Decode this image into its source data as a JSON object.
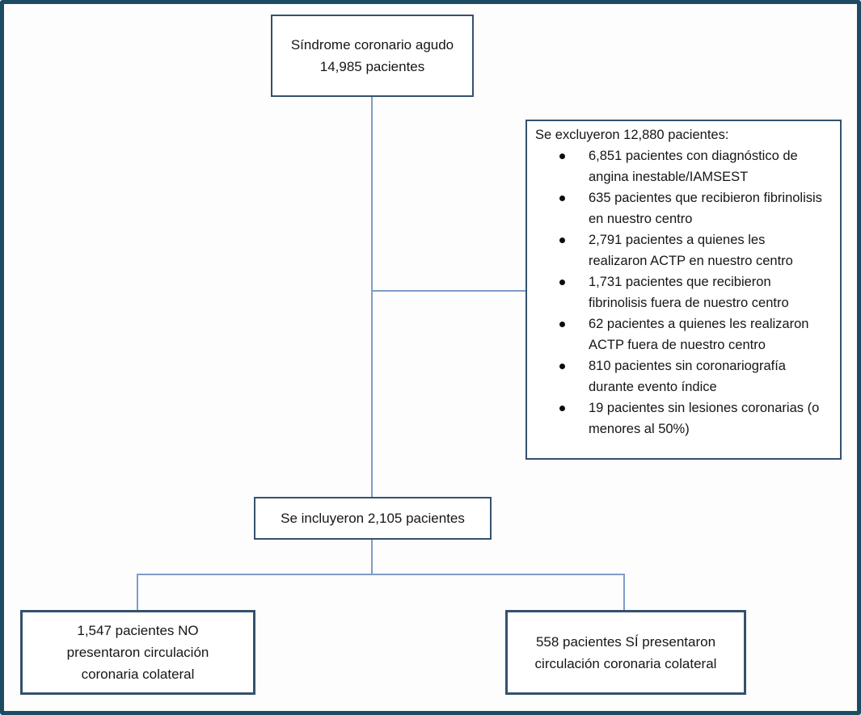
{
  "colors": {
    "outer_border": "#1d4b63",
    "box_border": "#35516d",
    "connector": "#7f9cc9",
    "text": "#161616",
    "bullet": "#0d0d0d"
  },
  "flowchart": {
    "acs_box": {
      "lines": [
        "Síndrome coronario agudo",
        "14,985 pacientes"
      ]
    },
    "exclusion_box": {
      "header": "Se excluyeron 12,880 pacientes:",
      "items": [
        "6,851 pacientes con diagnóstico de angina inestable/IAMSEST",
        "635 pacientes que recibieron fibrinolisis en nuestro centro",
        "2,791 pacientes a quienes les realizaron ACTP en nuestro centro",
        "1,731 pacientes que recibieron fibrinolisis fuera de nuestro centro",
        "62 pacientes a quienes les realizaron ACTP fuera de nuestro centro",
        "810 pacientes sin coronariografía durante evento índice",
        "19 pacientes sin lesiones coronarias (o menores al 50%)"
      ]
    },
    "included_box": {
      "label": "Se incluyeron 2,105 pacientes"
    },
    "no_collateral_box": {
      "lines": [
        "1,547 pacientes NO",
        "presentaron circulación",
        "coronaria colateral"
      ]
    },
    "yes_collateral_box": {
      "lines": [
        "558 pacientes SÍ presentaron",
        "circulación coronaria colateral"
      ]
    }
  }
}
